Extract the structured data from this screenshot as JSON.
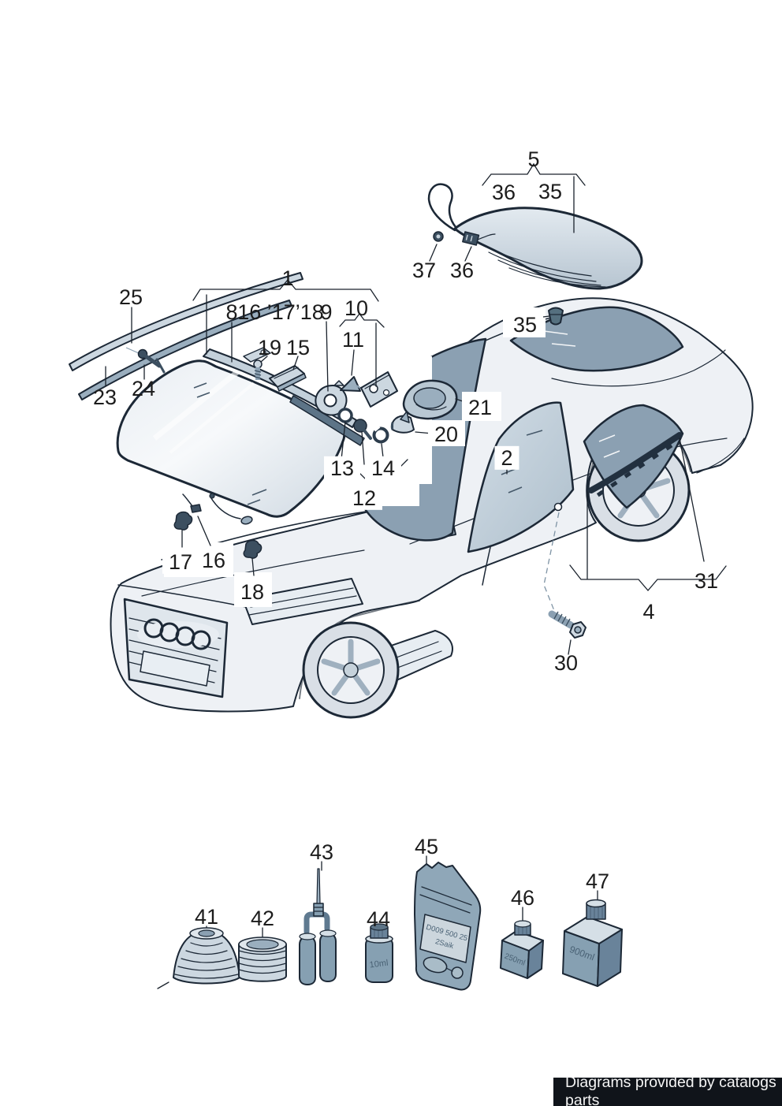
{
  "callouts": {
    "c1": "1",
    "c2": "2",
    "c4": "4",
    "c5": "5",
    "c8": "8",
    "c9": "9",
    "c10": "10",
    "c11": "11",
    "c12": "12",
    "c13": "13",
    "c14": "14",
    "c15": "15",
    "c16_group": "16 ’17’18",
    "c16": "16",
    "c17": "17",
    "c18": "18",
    "c19": "19",
    "c20": "20",
    "c21": "21",
    "c23": "23",
    "c24": "24",
    "c25": "25",
    "c30": "30",
    "c31": "31",
    "c35_top": "35",
    "c35_deck": "35",
    "c36_top": "36",
    "c36_wire": "36",
    "c37": "37",
    "c41": "41",
    "c42": "42",
    "c43": "43",
    "c44": "44",
    "c45": "45",
    "c46": "46",
    "c47": "47"
  },
  "products": {
    "bottle10": "10ml",
    "bag1": "D009 500 25",
    "bag2": "2Saik",
    "can250": "250ml",
    "can900": "900ml"
  },
  "footer": {
    "text": "Diagrams provided by catalogs parts"
  },
  "colors": {
    "outline": "#1c2836",
    "leader": "#1a222c",
    "body": "#eef1f5",
    "panel": "#dfe6ec",
    "glass-dark": "#8ba0b2",
    "glass-light": "#e7edf2",
    "part": "#ccd7e0",
    "part-dark": "#3c4f60",
    "part-mid": "#9aaebe",
    "product": "#86a0b2",
    "product-dark": "#69839a",
    "product-top": "#d5dfe6",
    "product-label": "#ccd6dd",
    "footer-bg": "#10141a",
    "footer-text": "#f5f5f5",
    "label-color": "#1c1c1c"
  }
}
